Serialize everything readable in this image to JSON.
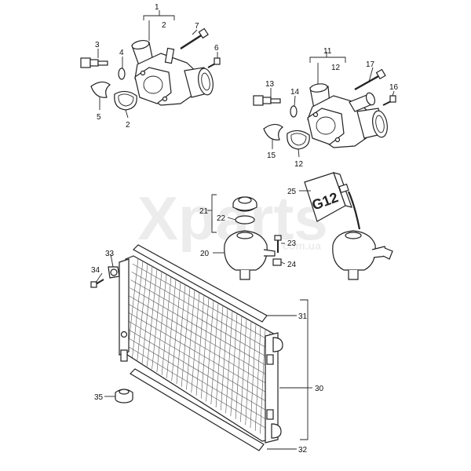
{
  "watermark": {
    "main": "Xparts",
    "sub": "com.ua"
  },
  "callouts": {
    "c1": "1",
    "c2a": "2",
    "c2b": "2",
    "c3": "3",
    "c4": "4",
    "c5": "5",
    "c6": "6",
    "c7": "7",
    "c11": "11",
    "c12a": "12",
    "c12b": "12",
    "c13": "13",
    "c14": "14",
    "c15": "15",
    "c16": "16",
    "c17": "17",
    "c20": "20",
    "c21": "21",
    "c22": "22",
    "c23": "23",
    "c24": "24",
    "c25": "25",
    "c30": "30",
    "c31": "31",
    "c32": "32",
    "c33": "33",
    "c34": "34",
    "c35": "35"
  },
  "bottle_label": "G12"
}
